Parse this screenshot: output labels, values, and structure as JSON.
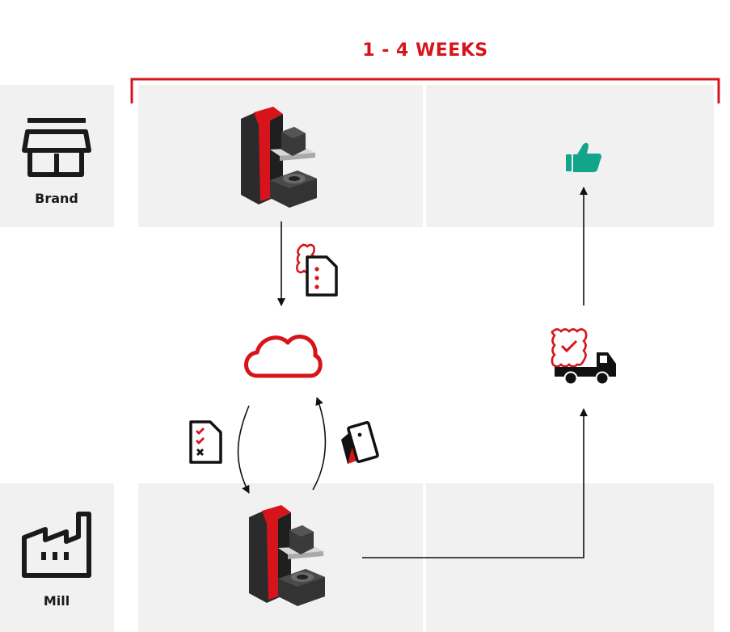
{
  "timeline": {
    "duration_label": "1 - 4 WEEKS"
  },
  "rows": {
    "brand": {
      "label": "Brand",
      "icon": "store-icon"
    },
    "mill": {
      "label": "Mill",
      "icon": "factory-icon"
    }
  },
  "icons": {
    "brand_device": "spectrophotometer-icon",
    "mill_device": "spectrophotometer-icon",
    "cloud": "cloud-icon",
    "standard_doc": "color-standard-document-icon",
    "checklist": "checklist-icon",
    "swatches": "color-swatch-icon",
    "approved_shipment": "approved-shipment-truck-icon",
    "approval": "thumbs-up-icon"
  },
  "colors": {
    "accent": "#d7141b",
    "approval": "#12a58a",
    "panel": "#f1f1f1",
    "ink": "#111111"
  }
}
